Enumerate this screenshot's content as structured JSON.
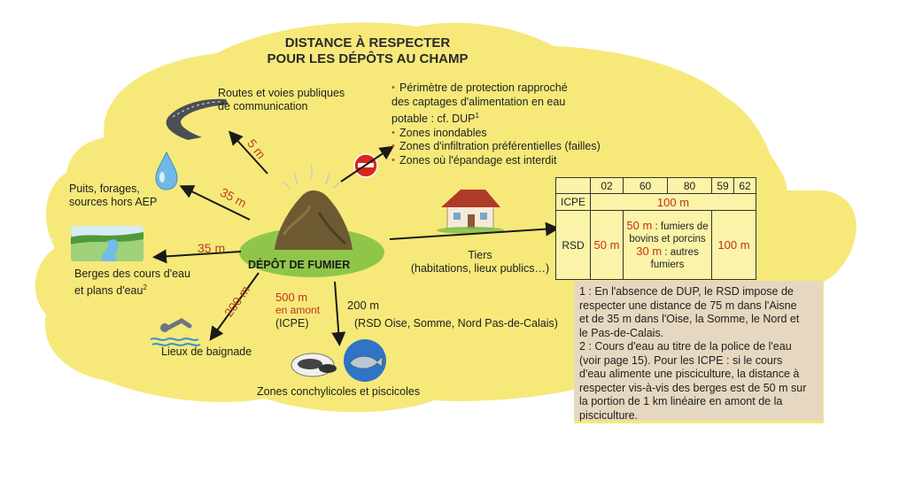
{
  "title": {
    "line1": "DISTANCE À RESPECTER",
    "line2": "POUR LES DÉPÔTS AU CHAMP"
  },
  "center": {
    "label": "DÉPÔT DE FUMIER"
  },
  "routes": {
    "line1": "Routes et voies publiques",
    "line2": "de communication",
    "distance": "5 m"
  },
  "puits": {
    "line1": "Puits, forages,",
    "line2": "sources hors AEP",
    "distance": "35 m"
  },
  "berges": {
    "line1": "Berges des cours d'eau",
    "line2": "et plans d'eau",
    "sup": "2",
    "distance": "35 m"
  },
  "baignade": {
    "label": "Lieux de baignade",
    "distance": "200 m"
  },
  "zones_conchylicoles": {
    "label": "Zones conchylicoles et piscicoles",
    "icpe_distance": "500 m",
    "icpe_qualifier": "en amont",
    "icpe_label": "(ICPE)",
    "rsd_distance": "200 m",
    "rsd_label": "(RSD Oise, Somme, Nord Pas-de-Calais)"
  },
  "interdit": {
    "item1_line1": "Périmètre de protection rapproché",
    "item1_line2": "des captages d'alimentation en eau",
    "item1_line3": "potable : cf. DUP",
    "item1_sup": "1",
    "item2": "Zones inondables",
    "item3": "Zones d'infiltration préférentielles (failles)",
    "item4": "Zones où l'épandage est interdit"
  },
  "tiers": {
    "line1": "Tiers",
    "line2": "(habitations, lieux publics…)"
  },
  "table": {
    "headers": [
      "02",
      "60",
      "80",
      "59",
      "62"
    ],
    "icpe_label": "ICPE",
    "icpe_value": "100 m",
    "rsd_label": "RSD",
    "rsd_02": "50 m",
    "rsd_mid_value1": "50 m",
    "rsd_mid_text1a": " : fumiers de",
    "rsd_mid_text1b": "bovins et porcins",
    "rsd_mid_value2": "30 m",
    "rsd_mid_text2a": " : autres",
    "rsd_mid_text2b": "fumiers",
    "rsd_5962": "100 m"
  },
  "notes": {
    "n1_l1": "1 : En l'absence de DUP, le RSD impose de",
    "n1_l2": "respecter une distance de 75 m dans l'Aisne",
    "n1_l3": "et de 35 m dans l'Oise, la Somme, le Nord et",
    "n1_l4": "le Pas-de-Calais.",
    "n2_l1": "2 : Cours d'eau au titre de la police de l'eau",
    "n2_l2": "(voir page 15). Pour les ICPE : si le cours",
    "n2_l3": "d'eau alimente une pisciculture, la distance à",
    "n2_l4": "respecter vis-à-vis des berges est de 50 m sur",
    "n2_l5": "la portion de 1 km linéaire en amont de la",
    "n2_l6": "pisciculture."
  }
}
